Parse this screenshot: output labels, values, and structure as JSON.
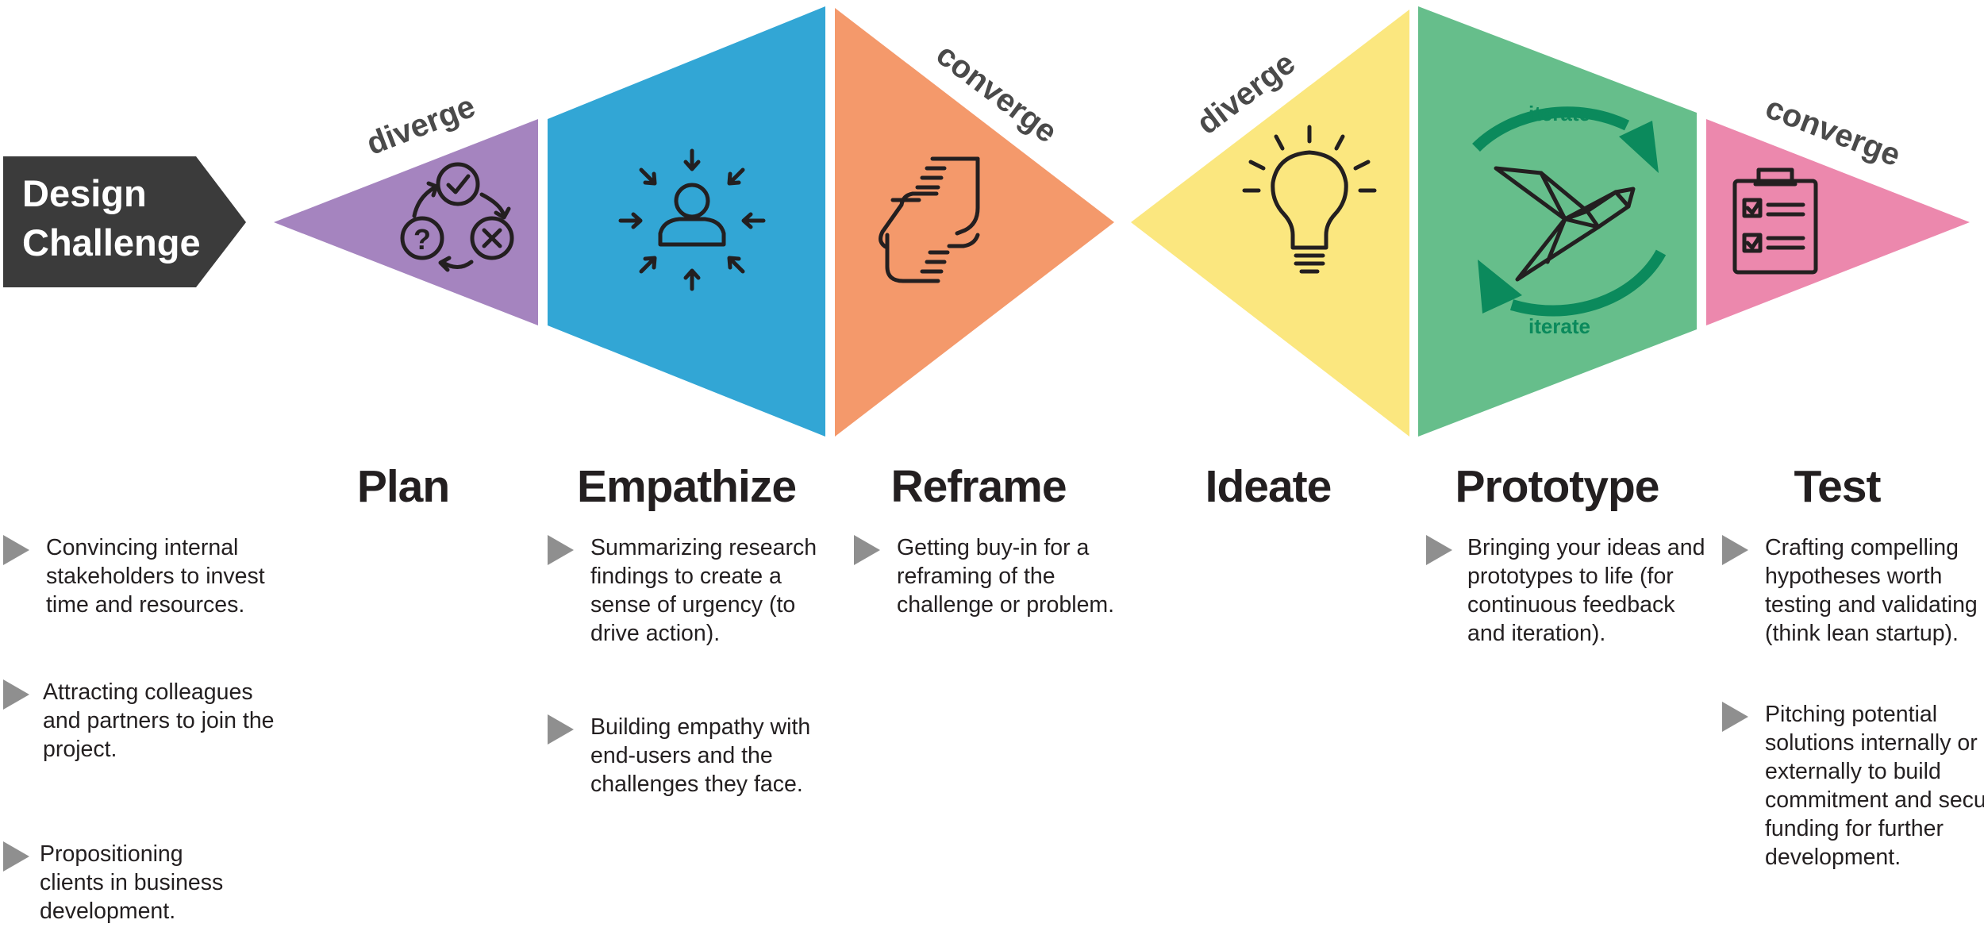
{
  "design_challenge": {
    "line1": "Design",
    "line2": "Challenge"
  },
  "labels": {
    "plan": "diverge",
    "reframe": "converge",
    "ideate": "diverge",
    "test": "converge",
    "iterate_top": "iterate",
    "iterate_bottom": "iterate"
  },
  "colors": {
    "plan": "#a584bf",
    "empathize": "#32a6d5",
    "reframe": "#f4996b",
    "ideate": "#fbe77f",
    "prototype": "#66be8b",
    "test": "#ec88ad",
    "challenge": "#3b3b3b",
    "iterate_arrows": "#0b8a5c"
  },
  "icons": {
    "plan": "cycle-check-question-x-icon",
    "empathize": "person-with-inward-arrows-icon",
    "reframe": "hands-framing-icon",
    "ideate": "lightbulb-icon",
    "prototype": "origami-bird-icon",
    "test": "clipboard-checklist-icon"
  },
  "stages": [
    {
      "title": "Plan",
      "bullets": [
        "Convincing internal stakeholders to invest time and resources.",
        "Attracting colleagues and partners to join the project.",
        "Propositioning clients in business development."
      ]
    },
    {
      "title": "Empathize",
      "bullets": [
        "Summarizing research findings to create a sense of urgency (to drive action).",
        "Building empathy with end-users and the challenges they face."
      ]
    },
    {
      "title": "Reframe",
      "bullets": [
        "Getting buy-in for a reframing of the challenge or problem."
      ]
    },
    {
      "title": "Ideate",
      "bullets": []
    },
    {
      "title": "Prototype",
      "bullets": [
        "Bringing your ideas and prototypes to life (for continuous feedback and iteration)."
      ]
    },
    {
      "title": "Test",
      "bullets": [
        "Crafting compelling hypotheses worth testing and validating (think lean startup).",
        "Pitching potential solutions internally or externally to build commitment and secure funding for further development."
      ]
    }
  ]
}
